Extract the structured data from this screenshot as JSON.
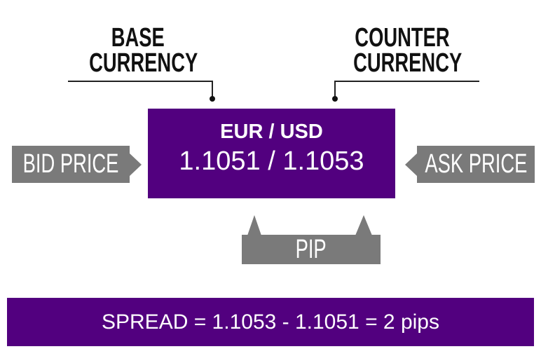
{
  "labels": {
    "base": [
      "BASE",
      "CURRENCY"
    ],
    "counter": [
      "COUNTER",
      "CURRENCY"
    ]
  },
  "quote": {
    "pair": "EUR / USD",
    "prices": "1.1051 / 1.1053"
  },
  "callouts": {
    "bid": "BID PRICE",
    "ask": "ASK PRICE",
    "pip": "PIP"
  },
  "spread": "SPREAD = 1.1053 - 1.1051 = 2 pips",
  "colors": {
    "purple": "#52007f",
    "grey": "#7a7a7a"
  }
}
